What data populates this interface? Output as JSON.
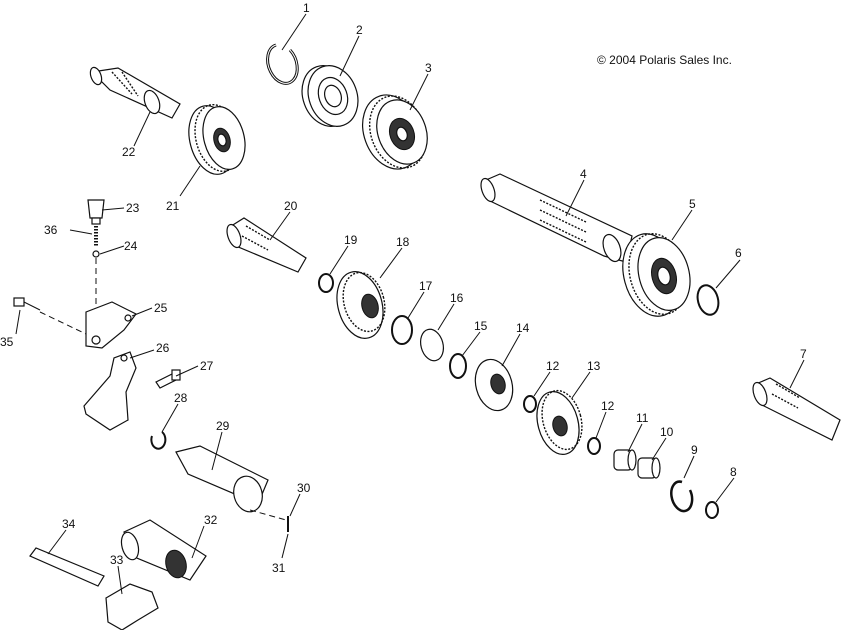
{
  "copyright": "© 2004 Polaris Sales Inc.",
  "callouts": [
    "1",
    "2",
    "3",
    "4",
    "5",
    "6",
    "7",
    "8",
    "9",
    "10",
    "11",
    "12",
    "12",
    "13",
    "14",
    "15",
    "16",
    "17",
    "18",
    "19",
    "20",
    "21",
    "22",
    "23",
    "24",
    "25",
    "26",
    "27",
    "28",
    "29",
    "30",
    "31",
    "32",
    "33",
    "34",
    "35",
    "36"
  ]
}
